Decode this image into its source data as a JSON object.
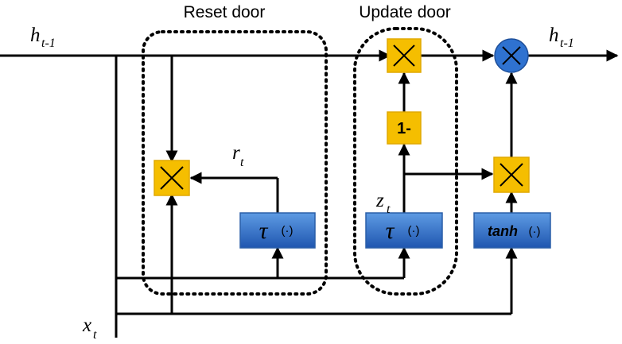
{
  "labels": {
    "reset_door": "Reset door",
    "update_door": "Update door",
    "h_in_base": "h",
    "h_in_sub": "t-1",
    "h_out_base": "h",
    "h_out_sub": "t-1",
    "x_base": "x",
    "x_sub": "t",
    "r_base": "r",
    "r_sub": "t",
    "z_base": "z",
    "z_sub": "t"
  },
  "blocks": {
    "sigma_reset": {
      "fn": "τ",
      "arg": "(·)"
    },
    "sigma_update": {
      "fn": "τ",
      "arg": "(·)"
    },
    "tanh": {
      "fn": "tanh",
      "arg": "(·)"
    },
    "one_minus": "1-"
  },
  "colors": {
    "gate_fill": "#F5BE00",
    "gate_stroke": "#E0A800",
    "block_fill_top": "#4F8FDB",
    "block_fill_bottom": "#1F5BB5",
    "block_stroke": "#2A5FA8",
    "circle_fill": "#2F72D0",
    "wire": "#000000"
  },
  "icons": {
    "multiply": "multiply-cross-icon"
  }
}
